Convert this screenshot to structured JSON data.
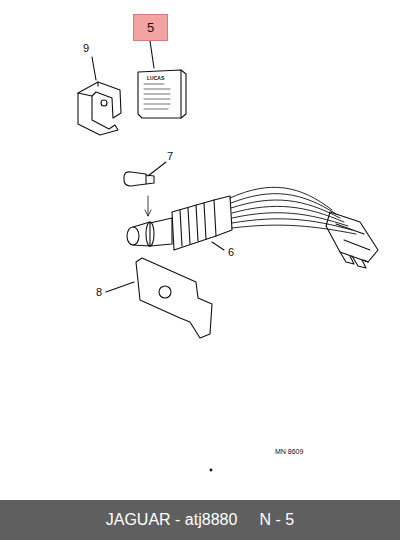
{
  "diagram": {
    "nodes": [
      {
        "text": [
          "5"
        ]
      },
      {
        "text": [
          "JAGUAR - atj8880     N - 5"
        ]
      }
    ],
    "labels": [
      "9",
      "7",
      "6",
      "8",
      "LUCAS",
      "MN 8609"
    ]
  }
}
